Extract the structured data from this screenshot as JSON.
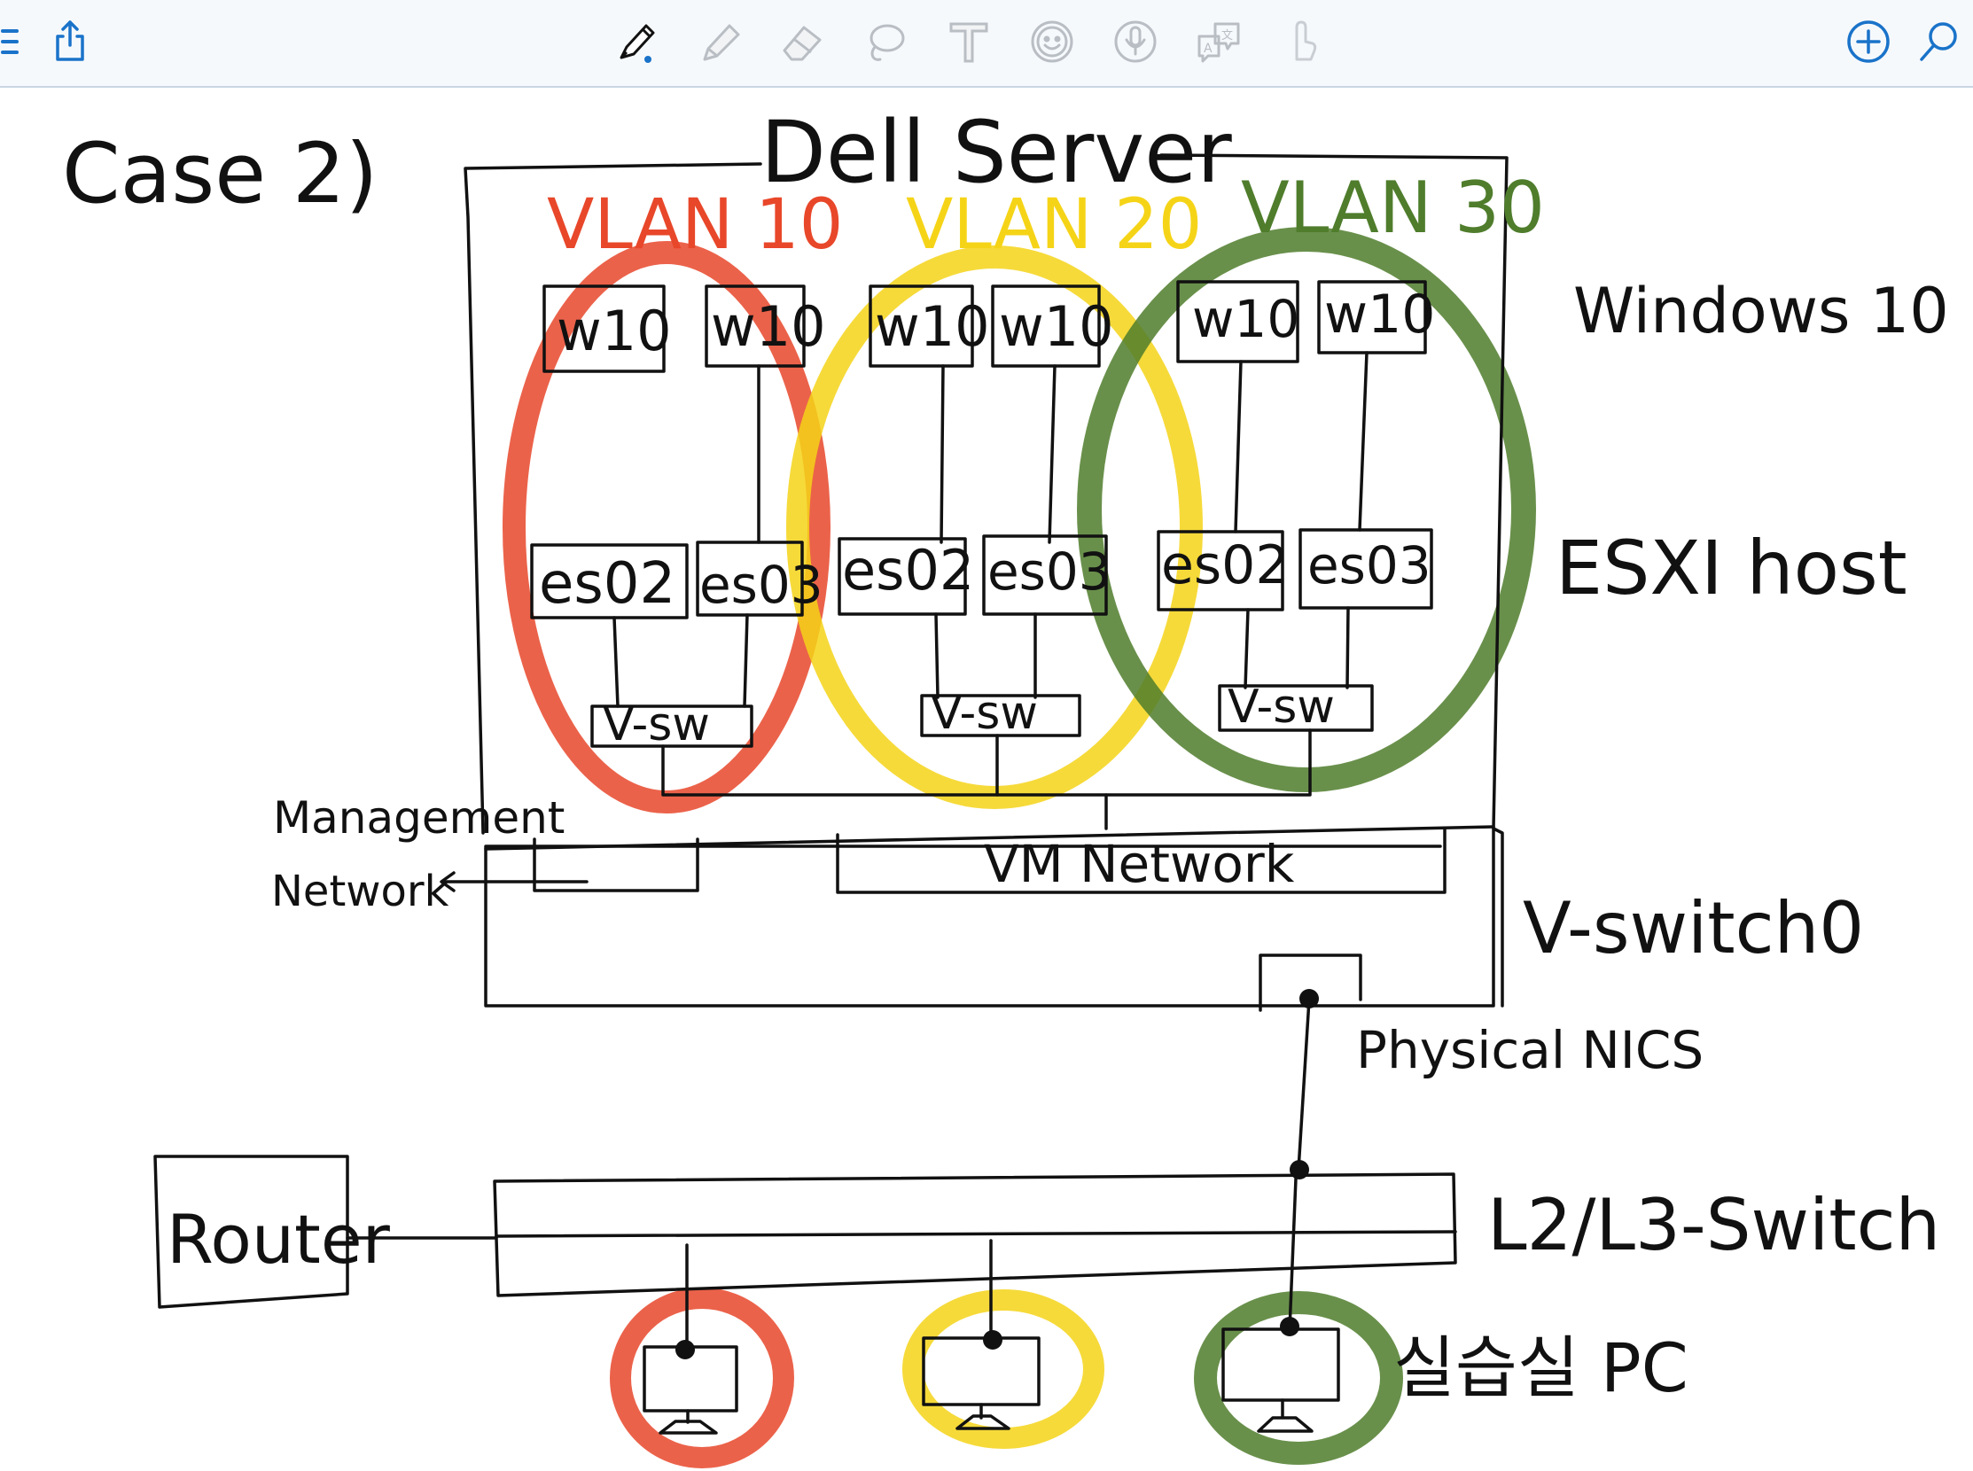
{
  "toolbar": {
    "left_tools": [
      "menu-icon",
      "share-icon"
    ],
    "drawing_tools": [
      "pen-icon",
      "highlighter-icon",
      "eraser-icon",
      "lasso-icon",
      "text-icon",
      "sticker-icon",
      "microphone-icon",
      "translate-icon",
      "finger-icon"
    ],
    "right_tools": [
      "add-page-icon",
      "search-icon"
    ],
    "accent_color": "#1a73c9"
  },
  "colors": {
    "ink": "#111111",
    "vlan10": "#e8472a",
    "vlan20": "#f5d418",
    "vlan30": "#4f7d2c"
  },
  "diagram": {
    "case_label": "Case 2)",
    "server_title": "Dell Server",
    "vlans": [
      {
        "label": "VLAN 10",
        "vms": [
          "w10",
          "w10"
        ],
        "hosts": [
          "es02",
          "es03"
        ],
        "vswitch": "V-sw"
      },
      {
        "label": "VLAN 20",
        "vms": [
          "w10",
          "w10"
        ],
        "hosts": [
          "es02",
          "es03"
        ],
        "vswitch": "V-sw"
      },
      {
        "label": "VLAN 30",
        "vms": [
          "w10",
          "w10"
        ],
        "hosts": [
          "es02",
          "es03"
        ],
        "vswitch": "V-sw"
      }
    ],
    "side_labels": {
      "windows": "Windows 10",
      "esxi": "ESXI host",
      "vswitch0": "V-switch0",
      "nics": "Physical NICS",
      "l2l3": "L2/L3-Switch",
      "pc": "실습실 PC"
    },
    "management_network": [
      "Management",
      "Network"
    ],
    "vm_network": "VM Network",
    "router": "Router"
  }
}
